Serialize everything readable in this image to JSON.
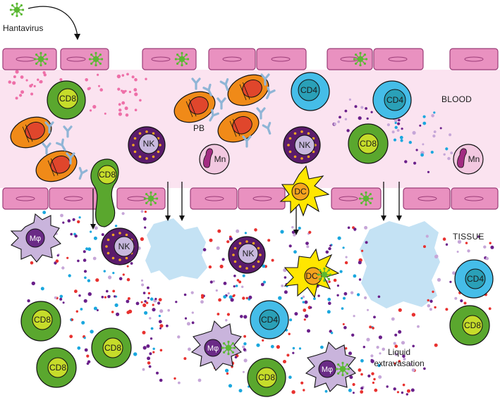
{
  "labels": {
    "hantavirus": "Hantavirus",
    "blood": "BLOOD",
    "tissue": "TISSUE",
    "pb": "PB",
    "liquid_line1": "Liquid",
    "liquid_line2": "extravasation"
  },
  "cell_labels": {
    "cd8": "CD8",
    "cd4": "CD4",
    "nk": "NK",
    "mn": "Mn",
    "dc": "DC",
    "mphi": "Mφ"
  },
  "colors": {
    "vessel_lumen": "#fbe3f0",
    "endothelium_fill": "#e991c0",
    "endothelium_stroke": "#9b3c78",
    "cd8_outer": "#5aa72e",
    "cd8_inner": "#c6dc2a",
    "cd4_outer": "#45bde8",
    "cd4_inner": "#2aa0b7",
    "nk_outer": "#5a1c6b",
    "nk_inner": "#c8b8de",
    "nk_granule": "#f5a623",
    "mn_outer": "#f2c8e0",
    "mn_nucleus": "#a22c82",
    "dc_fill": "#ffe600",
    "dc_inner": "#f5a41e",
    "macrophage_outer": "#c9b4dc",
    "macrophage_inner": "#6a2b86",
    "plasmablast_outer": "#f08a18",
    "plasmablast_inner": "#e0462c",
    "antibody": "#8fb5d6",
    "virus": "#5bb833",
    "edema": "#c4e2f4",
    "dot_purple": "#6a1f8a",
    "dot_lilac": "#c6a6d8",
    "dot_red": "#e8312f",
    "dot_blue": "#1aa7de",
    "dot_pink": "#ee6fa8"
  }
}
